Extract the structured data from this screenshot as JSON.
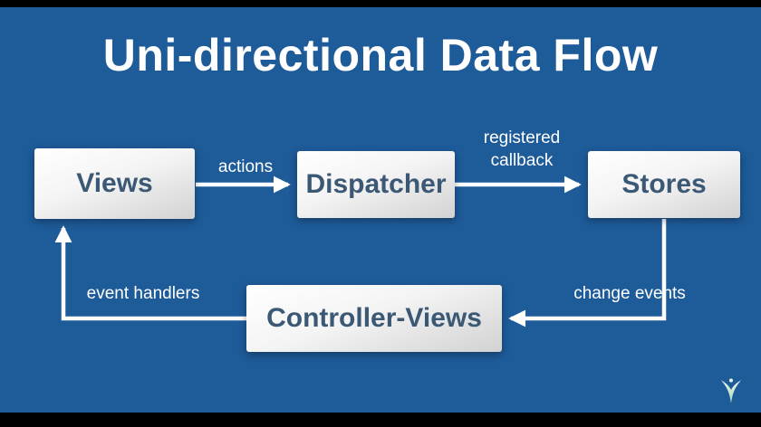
{
  "title": "Uni-directional Data Flow",
  "colors": {
    "background": "#1e5b99",
    "bars": "#000000",
    "box_fill_top": "#ffffff",
    "box_fill_bottom": "#d2d2d2",
    "box_text": "#3b5875",
    "arrow": "#ffffff",
    "label_text": "#ffffff",
    "logo_green": "#a6d9b3"
  },
  "nodes": [
    {
      "id": "views",
      "label": "Views"
    },
    {
      "id": "dispatcher",
      "label": "Dispatcher"
    },
    {
      "id": "stores",
      "label": "Stores"
    },
    {
      "id": "controller-views",
      "label": "Controller-Views"
    }
  ],
  "edges": [
    {
      "from": "views",
      "to": "dispatcher",
      "label": "actions"
    },
    {
      "from": "dispatcher",
      "to": "stores",
      "label": "registered callback"
    },
    {
      "from": "stores",
      "to": "controller-views",
      "label": "change events"
    },
    {
      "from": "controller-views",
      "to": "views",
      "label": "event handlers"
    }
  ]
}
